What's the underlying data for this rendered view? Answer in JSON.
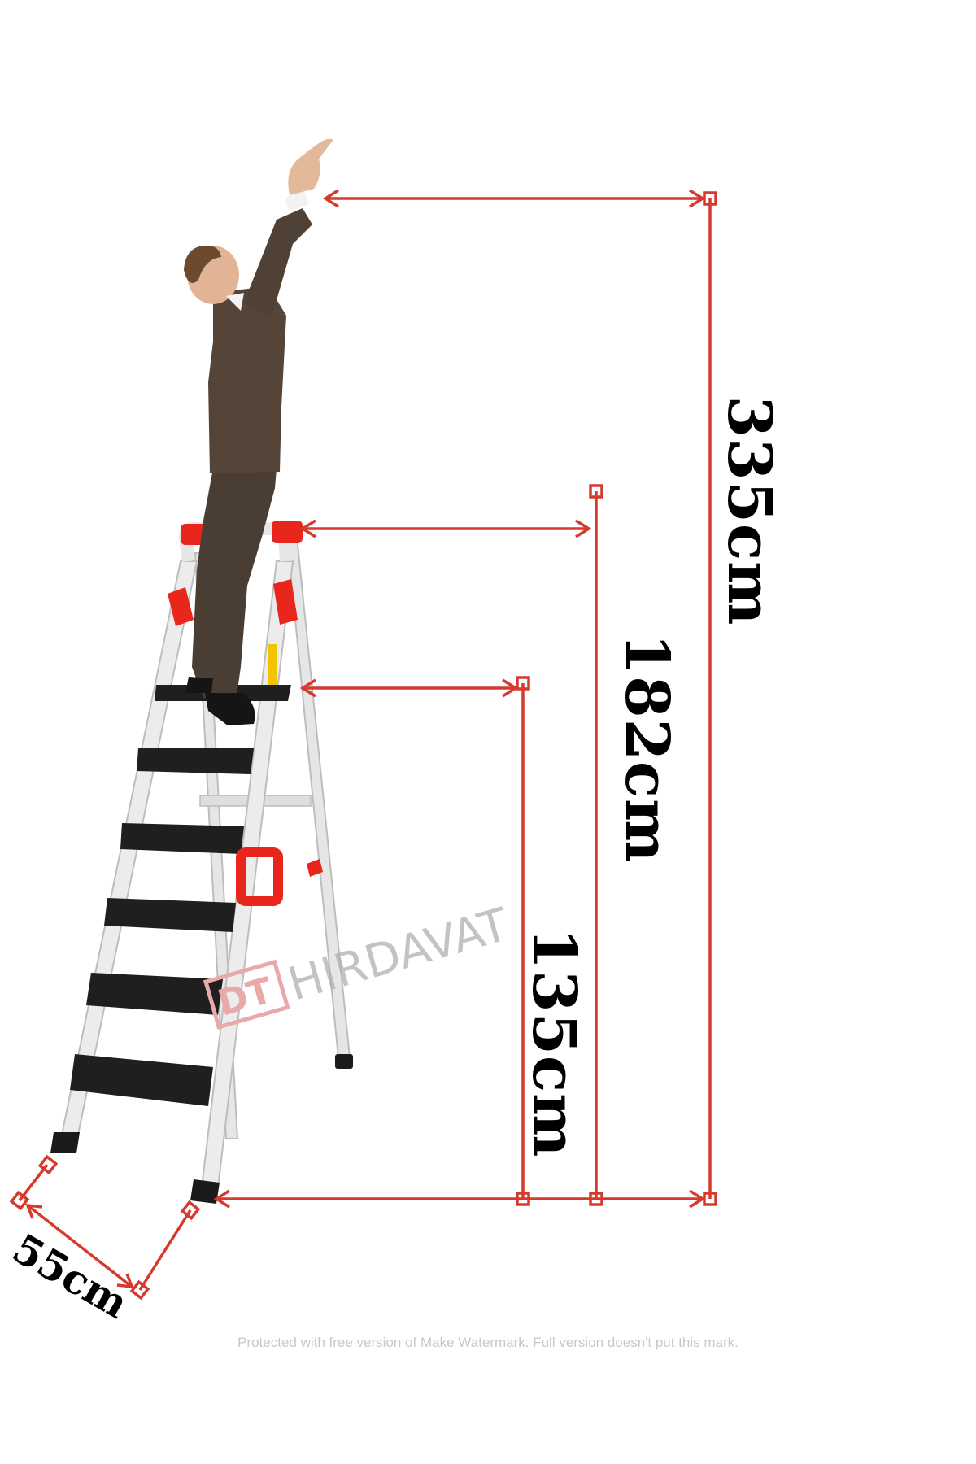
{
  "dimensions": {
    "reach_height": "335cm",
    "top_platform_height": "182cm",
    "step_height": "135cm",
    "base_depth": "55cm"
  },
  "watermark": {
    "logo": "DT",
    "brand": "HIRDAVAT",
    "footer_notice": "Protected with free version of Make Watermark. Full version doesn't put this mark."
  },
  "colors": {
    "dimension_line": "#d63a2f",
    "ladder_accent": "#e8261c",
    "ladder_frame": "#e4e4e4",
    "step_tread": "#1f1f1f",
    "suit": "#4a3d33"
  }
}
